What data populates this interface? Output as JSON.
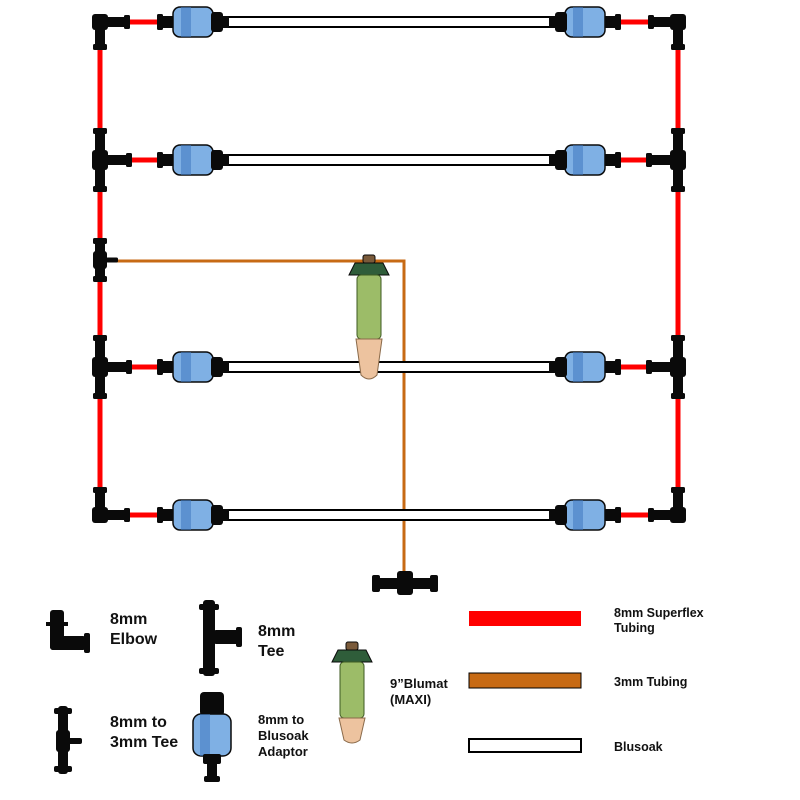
{
  "colors": {
    "superflex": "#ff0000",
    "tubing_3mm": "#c76a14",
    "blusoak_fill": "#ffffff",
    "blusoak_stroke": "#000000",
    "fitting": "#0a0a0a",
    "adaptor_blue": "#7fb0e4",
    "adaptor_blue_dark": "#3f78bf",
    "blumat_green": "#9cbc68",
    "blumat_cap": "#2f5d3a",
    "blumat_cone": "#edc39f"
  },
  "legend": {
    "elbow": {
      "line1": "8mm",
      "line2": "Elbow",
      "icon": "elbow-fitting-icon"
    },
    "tee": {
      "line1": "8mm",
      "line2": "Tee",
      "icon": "tee-fitting-icon"
    },
    "reducer_tee": {
      "line1": "8mm to",
      "line2": "3mm Tee",
      "icon": "reducer-tee-icon"
    },
    "adaptor": {
      "line1": "8mm to",
      "line2": "Blusoak",
      "line3": "Adaptor",
      "icon": "blusoak-adaptor-icon"
    },
    "blumat": {
      "line1": "9”Blumat",
      "line2": "(MAXI)",
      "icon": "blumat-sensor-icon"
    },
    "superflex": {
      "line1": "8mm Superflex",
      "line2": "Tubing"
    },
    "tubing_3mm": {
      "line1": "3mm Tubing"
    },
    "blusoak": {
      "line1": "Blusoak"
    }
  }
}
